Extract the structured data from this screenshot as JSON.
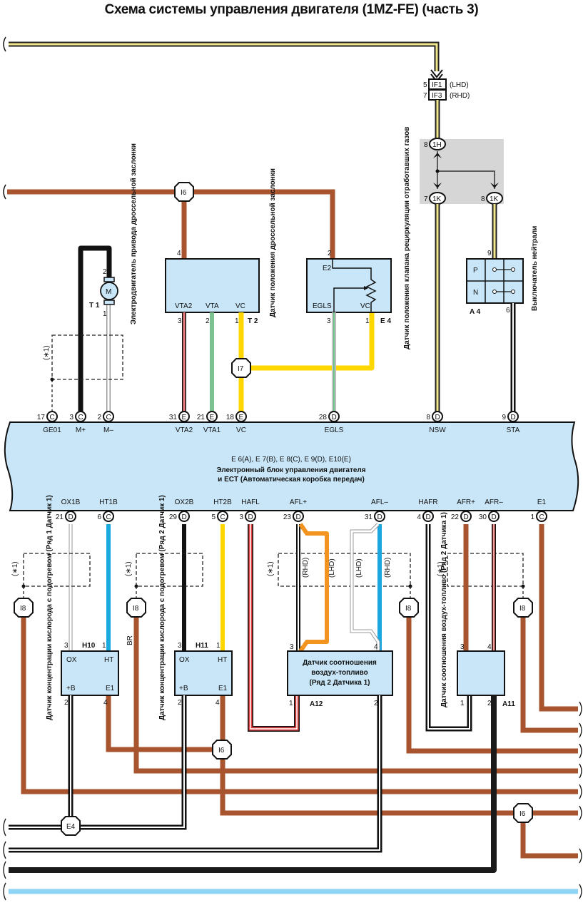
{
  "title": "Схема системы управления двигателя (1MZ-FE) (часть 3)",
  "colors": {
    "brown": "#a8552f",
    "black": "#1a1a1a",
    "yellow": "#ffd700",
    "pale_yellow": "#f0e68c",
    "green": "#7cc290",
    "blue": "#1aa7e0",
    "orange": "#f39320",
    "red": "#e04040",
    "ecu_fill": "#c8e6f7",
    "light_blue_bus": "#8fd4f5",
    "grey_box": "#d6d6d6"
  },
  "connectors_top": {
    "if1": {
      "pin": "5",
      "code": "IF1",
      "note": "(LHD)"
    },
    "if3": {
      "pin": "7",
      "code": "IF3",
      "note": "(RHD)"
    },
    "h1": {
      "pin": "8",
      "code": "1H"
    },
    "k1a": {
      "pin": "7",
      "code": "1K"
    },
    "k1b": {
      "pin": "8",
      "code": "1K"
    }
  },
  "junctions": {
    "i6_top": "I6",
    "i7": "I7",
    "i8_1": "I8",
    "i8_2": "I8",
    "i8_3": "I8",
    "i8_4": "I8",
    "i6_mid": "I6",
    "i6_bottom": "I6",
    "e4_ground": "E4"
  },
  "components": {
    "t1": {
      "code": "T 1",
      "symbol": "M",
      "pin_top": "2",
      "pin_bottom": "1",
      "name": "Электродвигатель привода дроссельной заслонки"
    },
    "t2": {
      "code": "T 2",
      "pin_top": "4",
      "terms": [
        "VTA2",
        "VTA",
        "VC"
      ],
      "pins": [
        "3",
        "2",
        "1"
      ],
      "name": "Датчик положения дроссельной заслонки"
    },
    "e4": {
      "code": "E 4",
      "pin_top": "2",
      "term_top": "E2",
      "terms": [
        "EGLS",
        "VC"
      ],
      "pins": [
        "3",
        "1"
      ],
      "name": "Датчик положения клапана рециркуляции отработавших газов"
    },
    "a4": {
      "code": "A 4",
      "pin_top": "9",
      "pin_bottom": "6",
      "rows": [
        "P",
        "N"
      ],
      "name": "Выключатель нейтрали"
    },
    "h10": {
      "code": "H10",
      "terms": [
        "OX",
        "HT",
        "+B",
        "E1"
      ],
      "pins": [
        "3",
        "1",
        "2",
        "4"
      ],
      "name": "Датчик концентрации кислорода с подогревом (Ряд 1 Датчик 1)"
    },
    "h11": {
      "code": "H11",
      "terms": [
        "OX",
        "HT",
        "+B",
        "E1"
      ],
      "pins": [
        "3",
        "1",
        "2",
        "4"
      ],
      "name": "Датчик концентрации кислорода с подогревом (Ряд 2 Датчик 1)"
    },
    "a12": {
      "code": "A12",
      "pins": [
        "3",
        "4",
        "1",
        "2"
      ],
      "line1": "Датчик соотношения",
      "line2": "воздух-топливо",
      "line3": "(Ряд 2 Датчика 1)"
    },
    "a11": {
      "code": "A11",
      "pins": [
        "3",
        "4",
        "1",
        "2"
      ],
      "name": "Датчик соотношения воздух-топливо (Ряд 2 Датчика 1)"
    }
  },
  "ecu": {
    "line1": "E 6(A), E 7(B), E 8(C), E 9(D), E10(E)",
    "line2": "Электронный блок управления двигателя",
    "line3": "и ECT (Автоматическая коробка передач)",
    "top_pins": [
      {
        "pin": "17",
        "conn": "C",
        "signal": "GE01"
      },
      {
        "pin": "3",
        "conn": "C",
        "signal": "M+"
      },
      {
        "pin": "2",
        "conn": "C",
        "signal": "M–"
      },
      {
        "pin": "31",
        "conn": "E",
        "signal": "VTA2"
      },
      {
        "pin": "21",
        "conn": "E",
        "signal": "VTA1"
      },
      {
        "pin": "18",
        "conn": "E",
        "signal": "VC"
      },
      {
        "pin": "28",
        "conn": "D",
        "signal": "EGLS"
      },
      {
        "pin": "8",
        "conn": "D",
        "signal": "NSW"
      },
      {
        "pin": "9",
        "conn": "D",
        "signal": "STA"
      }
    ],
    "bottom_pins": [
      {
        "pin": "21",
        "conn": "D",
        "signal": "OX1B"
      },
      {
        "pin": "6",
        "conn": "C",
        "signal": "HT1B"
      },
      {
        "pin": "29",
        "conn": "D",
        "signal": "OX2B"
      },
      {
        "pin": "5",
        "conn": "C",
        "signal": "HT2B"
      },
      {
        "pin": "3",
        "conn": "D",
        "signal": "HAFL"
      },
      {
        "pin": "23",
        "conn": "D",
        "signal": "AFL+"
      },
      {
        "pin": "31",
        "conn": "D",
        "signal": "AFL–"
      },
      {
        "pin": "4",
        "conn": "D",
        "signal": "HAFR"
      },
      {
        "pin": "22",
        "conn": "D",
        "signal": "AFR+"
      },
      {
        "pin": "30",
        "conn": "D",
        "signal": "AFR–"
      },
      {
        "pin": "1",
        "conn": "C",
        "signal": "E1"
      }
    ]
  },
  "notes": {
    "shield": "(∗1)",
    "rhd": "(RHD)",
    "lhd": "(LHD)",
    "br": "BR"
  }
}
